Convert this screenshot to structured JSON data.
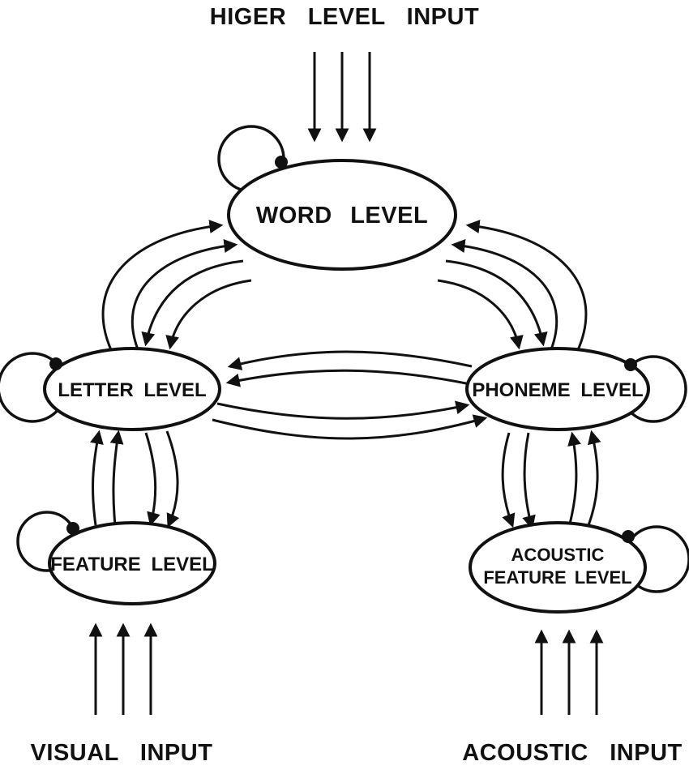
{
  "diagram": {
    "background": "#ffffff",
    "stroke_color": "#111111",
    "top_input_label": "HIGER LEVEL INPUT",
    "bottom_left_input_label": "VISUAL INPUT",
    "bottom_right_input_label": "ACOUSTIC INPUT",
    "nodes": {
      "word": {
        "label": "WORD LEVEL"
      },
      "letter": {
        "label": "LETTER LEVEL"
      },
      "phoneme": {
        "label": "PHONEME LEVEL"
      },
      "feature": {
        "label": "FEATURE LEVEL"
      },
      "acoustic_feature": {
        "line1": "ACOUSTIC",
        "line2": "FEATURE LEVEL"
      }
    }
  }
}
